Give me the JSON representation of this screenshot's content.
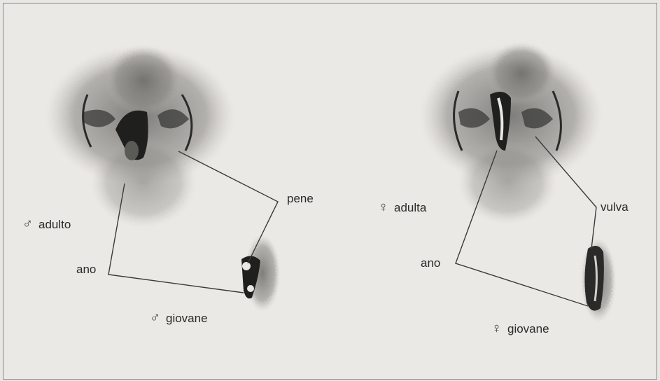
{
  "male_panel": {
    "adult_symbol": "♂",
    "adult_label": "adulto",
    "young_symbol": "♂",
    "young_label": "giovane",
    "anus_label": "ano",
    "organ_label": "pene"
  },
  "female_panel": {
    "adult_symbol": "♀",
    "adult_label": "adulta",
    "young_symbol": "♀",
    "young_label": "giovane",
    "anus_label": "ano",
    "organ_label": "vulva"
  },
  "colors": {
    "background": "#ebe9e5",
    "ink": "#2a2a2a",
    "border": "#8a8a8a"
  }
}
